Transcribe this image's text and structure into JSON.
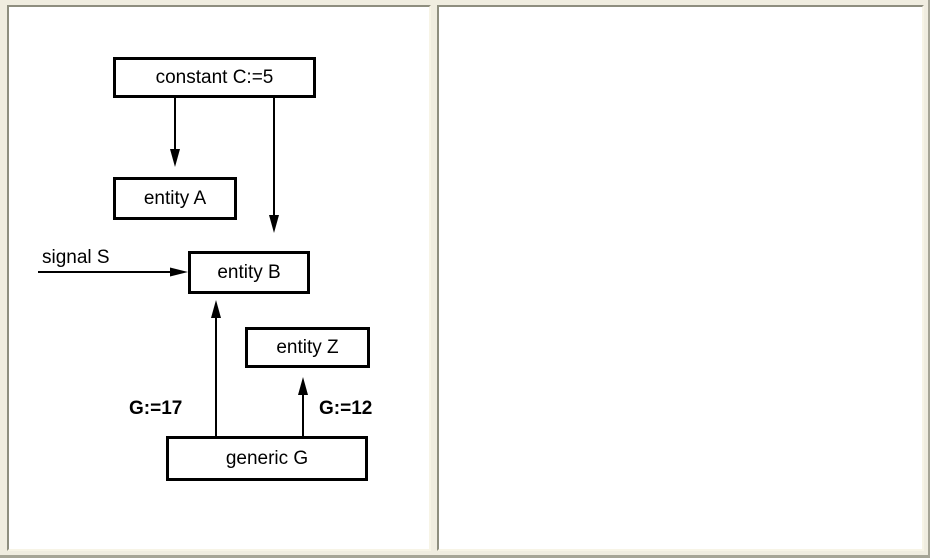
{
  "window": {
    "background_color": "#F0EDE0",
    "shadow_color": "#A6A596",
    "panel_border_dark": "#8E8E7F",
    "panel_border_light": "#F7F4E6",
    "panel_fill": "#FFFFFF"
  },
  "diagram": {
    "ink_color": "#000000",
    "boxes": [
      {
        "id": "constant-c",
        "label": "constant C:=5"
      },
      {
        "id": "entity-a",
        "label": "entity A"
      },
      {
        "id": "entity-b",
        "label": "entity B"
      },
      {
        "id": "entity-z",
        "label": "entity Z"
      },
      {
        "id": "generic-g",
        "label": "generic G"
      }
    ],
    "edges": [
      {
        "from": "constant C:=5",
        "to": "entity A",
        "label": ""
      },
      {
        "from": "constant C:=5",
        "to": "entity B",
        "label": ""
      },
      {
        "from": "signal S",
        "to": "entity B",
        "label": "signal S"
      },
      {
        "from": "generic G",
        "to": "entity B",
        "label": "G:=17"
      },
      {
        "from": "generic G",
        "to": "entity Z",
        "label": "G:=12"
      }
    ]
  }
}
